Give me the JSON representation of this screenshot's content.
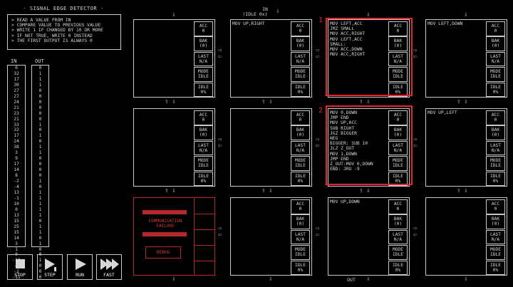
{
  "puzzle": {
    "title": "- SIGNAL EDGE DETECTOR -",
    "description": [
      "> READ A VALUE FROM IN",
      "> COMPARE VALUE TO PREVIOUS VALUE",
      "> WRITE 1 IF CHANGED BY 10 OR MORE",
      "> IF NOT TRUE, WRITE 0 INSTEAD",
      "> THE FIRST OUTPUT IS ALWAYS 0"
    ]
  },
  "io": {
    "in_label": "IN",
    "out_label": "OUT",
    "in_values": [
      "0",
      "32",
      "17",
      "30",
      "27",
      "27",
      "24",
      "21",
      "23",
      "21",
      "33",
      "32",
      "17",
      "24",
      "38",
      "3",
      "9",
      "17",
      "14",
      "8",
      "-2",
      "-4",
      "13",
      "-1",
      "10",
      "0",
      "13",
      "15",
      "25",
      "15",
      "14",
      "3",
      "1",
      "0",
      "-10",
      "-7",
      "-2",
      "-11"
    ],
    "out_values": [
      "0",
      "1",
      "1",
      "1",
      "0",
      "0",
      "0",
      "0",
      "0",
      "0",
      "1",
      "0",
      "1",
      "0",
      "1",
      "1",
      "0",
      "0",
      "0",
      "0",
      "1",
      "0",
      "1",
      "1",
      "1",
      "1",
      "1",
      "0",
      "1",
      "1",
      "0",
      "1",
      "0",
      "0",
      "1",
      "0",
      "0",
      "0"
    ],
    "top_in_label": "IN",
    "top_in_status": "(IDLE 0x)",
    "bottom_out_label": "OUT"
  },
  "controls": [
    {
      "label": "STOP",
      "icon": "stop-icon"
    },
    {
      "label": "STEP",
      "icon": "step-icon"
    },
    {
      "label": "RUN",
      "icon": "run-icon"
    },
    {
      "label": "FAST",
      "icon": "fast-icon"
    }
  ],
  "register_labels": {
    "acc": "ACC",
    "bak": "BAK",
    "last": "LAST",
    "mode": "MODE",
    "idle": "IDLE"
  },
  "nodes": [
    {
      "id": "r0c0",
      "code": "",
      "acc": "0",
      "bak": "(0)",
      "last": "N/A",
      "mode": "IDLE",
      "idle": "0%"
    },
    {
      "id": "r0c1",
      "code": "MOV UP,RIGHT",
      "acc": "0",
      "bak": "(0)",
      "last": "N/A",
      "mode": "IDLE",
      "idle": "0%"
    },
    {
      "id": "r0c2",
      "code": "MOV LEFT,ACC\nJMZ SMALL\nMOV ACC,RIGHT\nMOV LEFT,ACC\nSMALL:\nMOV ACC,DOWN\nMOV ACC,RIGHT",
      "acc": "0",
      "bak": "(0)",
      "last": "N/A",
      "mode": "IDLE",
      "idle": "0%"
    },
    {
      "id": "r0c3",
      "code": "MOV LEFT,DOWN",
      "acc": "0",
      "bak": "(0)",
      "last": "N/A",
      "mode": "IDLE",
      "idle": "0%"
    },
    {
      "id": "r1c0",
      "code": "",
      "acc": "0",
      "bak": "(0)",
      "last": "N/A",
      "mode": "IDLE",
      "idle": "0%"
    },
    {
      "id": "r1c1",
      "code": "",
      "acc": "0",
      "bak": "(0)",
      "last": "N/A",
      "mode": "IDLE",
      "idle": "0%"
    },
    {
      "id": "r1c2",
      "code": "MOV 0,DOWN\nJMP END\nMOV UP,ACC\nSUB RIGHT\nJGZ BIGGER\nNEG\nBIGGER: SUB 10\nJLZ Z_OUT\nMOV 1,DOWN\nJMP END\nZ_OUT:MOV 0,DOWN\nEND: JRO -9",
      "acc": "0",
      "bak": "(0)",
      "last": "N/A",
      "mode": "IDLE",
      "idle": "0%"
    },
    {
      "id": "r1c3",
      "code": "MOV UP,LEFT",
      "acc": "0",
      "bak": "(0)",
      "last": "N/A",
      "mode": "IDLE",
      "idle": "0%"
    },
    {
      "id": "r2c1",
      "code": "",
      "acc": "0",
      "bak": "(0)",
      "last": "N/A",
      "mode": "IDLE",
      "idle": "0%"
    },
    {
      "id": "r2c2",
      "code": "MOV UP,DOWN",
      "acc": "0",
      "bak": "(0)",
      "last": "N/A",
      "mode": "IDLE",
      "idle": "0%"
    },
    {
      "id": "r2c3",
      "code": "",
      "acc": "0",
      "bak": "(0)",
      "last": "N/A",
      "mode": "IDLE",
      "idle": "0%"
    }
  ],
  "failure_node": {
    "message": "COMMUNICATION\nFAILURE",
    "debug_label": "DEBUG"
  },
  "highlights": [
    "1",
    "2"
  ],
  "arrows": {
    "right": "⇨",
    "left": "⇦",
    "up": "⇧",
    "down": "⇩"
  },
  "colors": {
    "background": "#000000",
    "foreground": "#d8d8d8",
    "highlight": "#e8252c",
    "failure": "#b3282d"
  }
}
